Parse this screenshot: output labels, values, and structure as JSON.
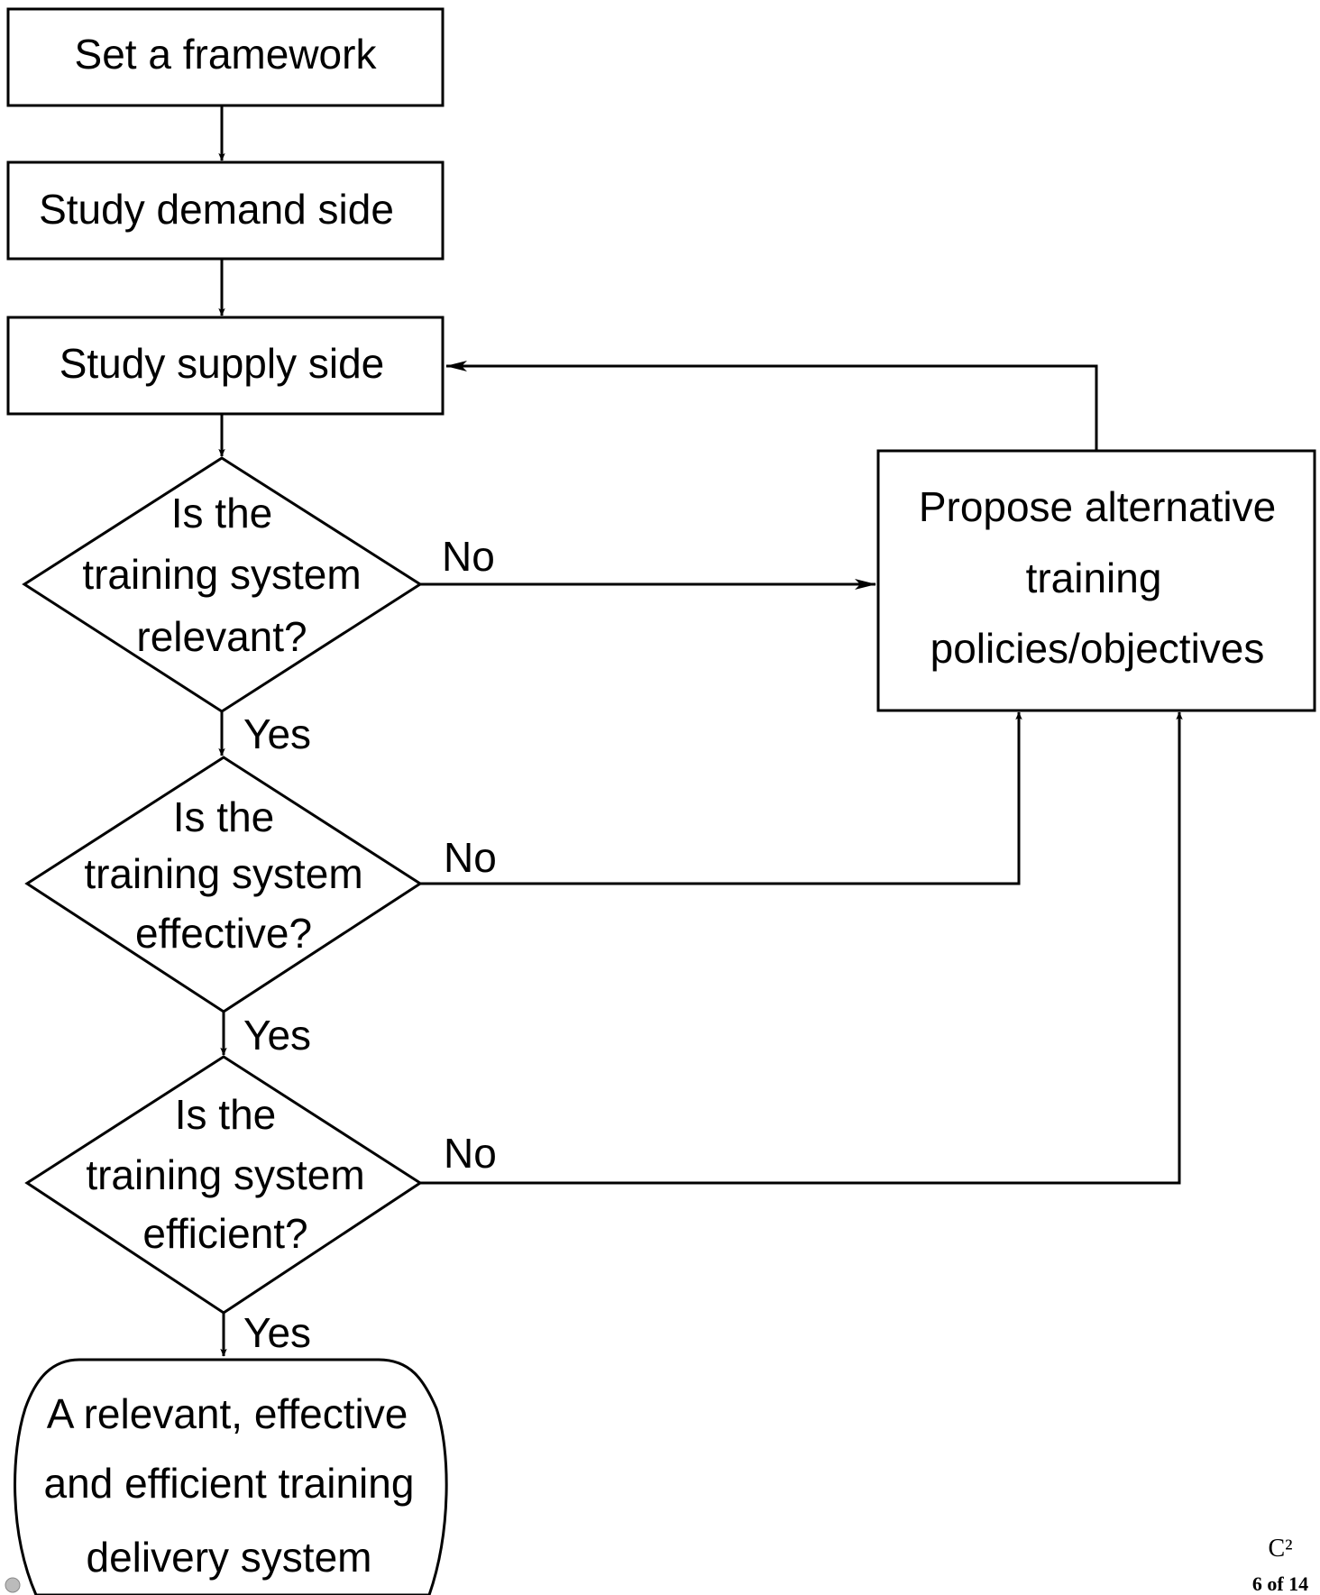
{
  "flowchart": {
    "steps": {
      "framework": "Set a framework",
      "demand": "Study demand side",
      "supply": "Study supply side"
    },
    "decisions": [
      {
        "lines": [
          "Is the",
          "training system",
          "relevant?"
        ]
      },
      {
        "lines": [
          "Is the",
          "training system",
          "effective?"
        ]
      },
      {
        "lines": [
          "Is the",
          "training system",
          "efficient?"
        ]
      }
    ],
    "alternative": {
      "lines": [
        "Propose alternative",
        "training",
        "policies/objectives"
      ]
    },
    "terminal": {
      "lines": [
        "A relevant, effective",
        "and efficient training",
        "delivery system"
      ]
    },
    "labels": {
      "yes": "Yes",
      "no": "No"
    }
  },
  "footer": {
    "mark": "C²",
    "page": "6 of 14"
  }
}
